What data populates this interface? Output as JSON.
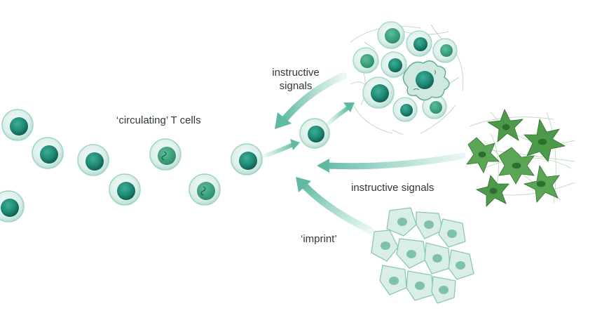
{
  "labels": {
    "circulating": "‘circulating’ T cells",
    "signals_top_line1": "instructive",
    "signals_top_line2": "signals",
    "signals_mid": "instructive signals",
    "imprint": "‘imprint’"
  },
  "colors": {
    "cell_membrane": "#a9ddd4",
    "cell_cytoplasm": "#e4f5f1",
    "nucleus": "#1e8a78",
    "nucleus_dark": "#136a5c",
    "arrow": "#74c7b3",
    "stromal": "#3f8f3f",
    "stromal_light": "#7fb97a",
    "epithelial_fill": "#d8eee6",
    "epithelial_edge": "#8cc7b4",
    "text": "#2f3a38"
  }
}
